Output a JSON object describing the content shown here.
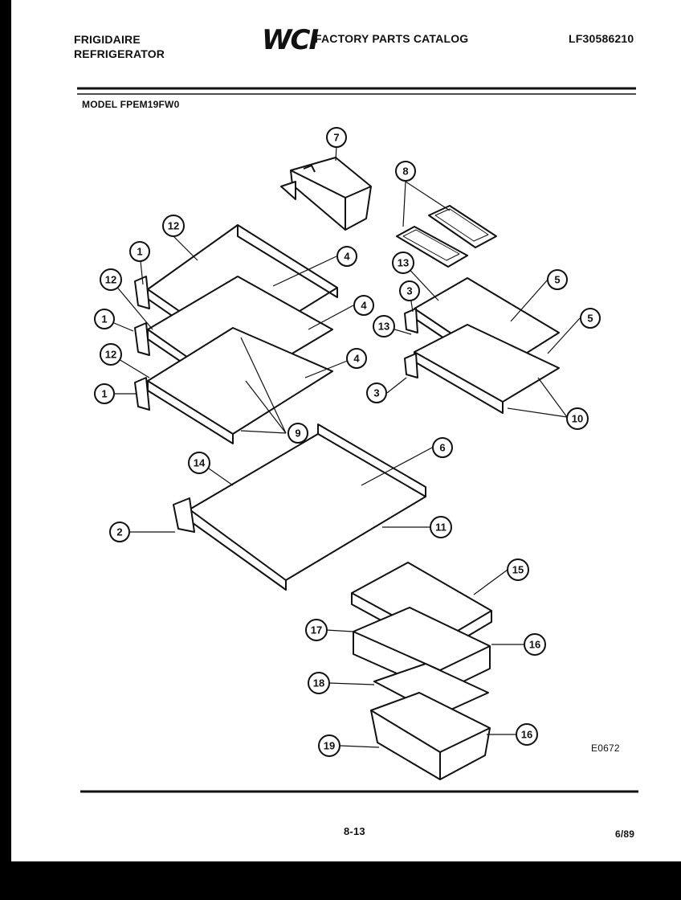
{
  "header": {
    "brand_line1": "FRIGIDAIRE",
    "brand_line2": "REFRIGERATOR",
    "logo": "WCI",
    "catalog_title": "FACTORY PARTS CATALOG",
    "document_number": "LF30586210"
  },
  "model_label": "MODEL FPEM19FW0",
  "diagram_code": "E0672",
  "page_number": "8-13",
  "date": "6/89",
  "callouts": [
    "1",
    "2",
    "3",
    "4",
    "5",
    "6",
    "7",
    "8",
    "9",
    "10",
    "11",
    "12",
    "13",
    "14",
    "15",
    "16",
    "17",
    "18",
    "19"
  ]
}
